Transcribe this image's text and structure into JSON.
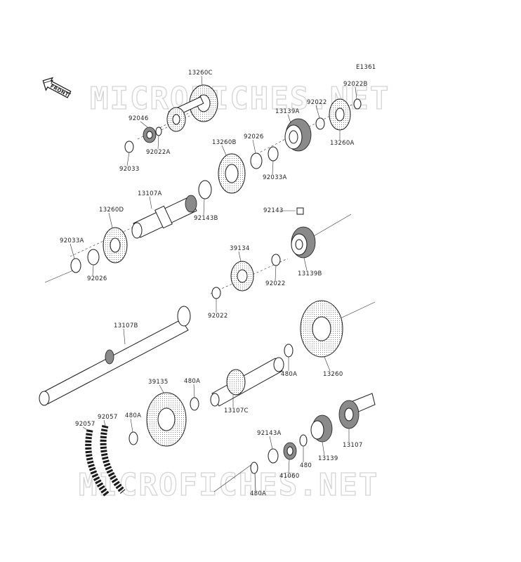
{
  "diagram": {
    "code": "E1361",
    "front_label": "FRONT",
    "watermark": "MICROFICHES.NET",
    "labels": {
      "p13260C": "13260C",
      "p92022B": "92022B",
      "p92022": "92022",
      "p13139A": "13139A",
      "p92046": "92046",
      "p92022A": "92022A",
      "p92033": "92033",
      "p92026_top": "92026",
      "p13260B": "13260B",
      "p92033A_top": "92033A",
      "p13260A": "13260A",
      "p13107A": "13107A",
      "p92143B": "92143B",
      "p92143": "92143",
      "p13260D": "13260D",
      "p92033A_left": "92033A",
      "p92026_left": "92026",
      "p39134": "39134",
      "p92022_mid": "92022",
      "p13139B": "13139B",
      "p92022_low": "92022",
      "p13107B": "13107B",
      "p13260": "13260",
      "p480A_r": "480A",
      "p39135": "39135",
      "p480A_m": "480A",
      "p13107C": "13107C",
      "p92057_a": "92057",
      "p92057_b": "92057",
      "p480A_l": "480A",
      "p92143A": "92143A",
      "p13107": "13107",
      "p13139": "13139",
      "p480": "480",
      "p41060": "41060",
      "p480A_b": "480A"
    }
  }
}
